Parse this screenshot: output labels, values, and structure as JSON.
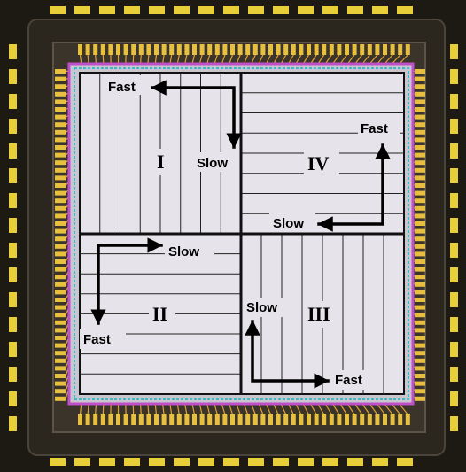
{
  "quadrants": [
    {
      "numeral": "I",
      "fast_label": "Fast",
      "slow_label": "Slow"
    },
    {
      "numeral": "II",
      "fast_label": "Fast",
      "slow_label": "Slow"
    },
    {
      "numeral": "III",
      "fast_label": "Fast",
      "slow_label": "Slow"
    },
    {
      "numeral": "IV",
      "fast_label": "Fast",
      "slow_label": "Slow"
    }
  ],
  "colors": {
    "package": "#1d1a14",
    "die_border": "#2a2620",
    "pad": "#e8cf3a",
    "bond_wire": "#e0a030",
    "ring": "#c050c8",
    "core_fill": "#e6e4ea",
    "grid_line": "#111111"
  }
}
